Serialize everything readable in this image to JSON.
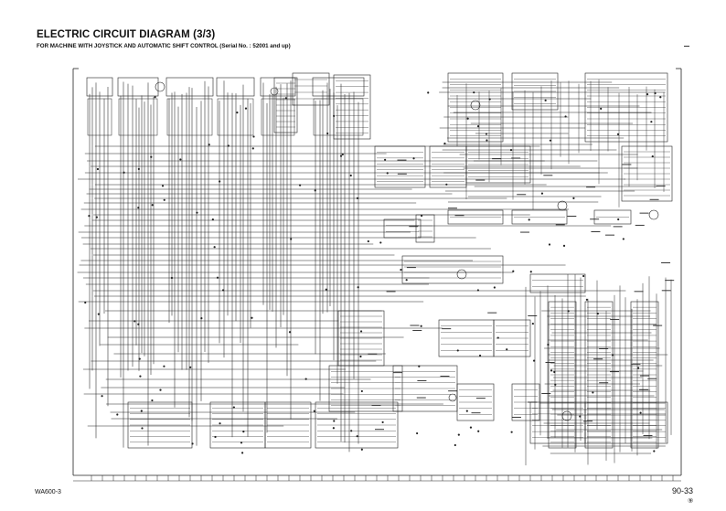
{
  "header": {
    "title": "ELECTRIC CIRCUIT DIAGRAM (3/3)",
    "subtitle": "FOR MACHINE WITH JOYSTICK AND AUTOMATIC SHIFT CONTROL (Serial No. : 52001 and up)"
  },
  "footer": {
    "model": "WA600-3",
    "page_number": "90-33",
    "mark": "⑨"
  },
  "colors": {
    "line": "#222222",
    "background": "#ffffff"
  }
}
